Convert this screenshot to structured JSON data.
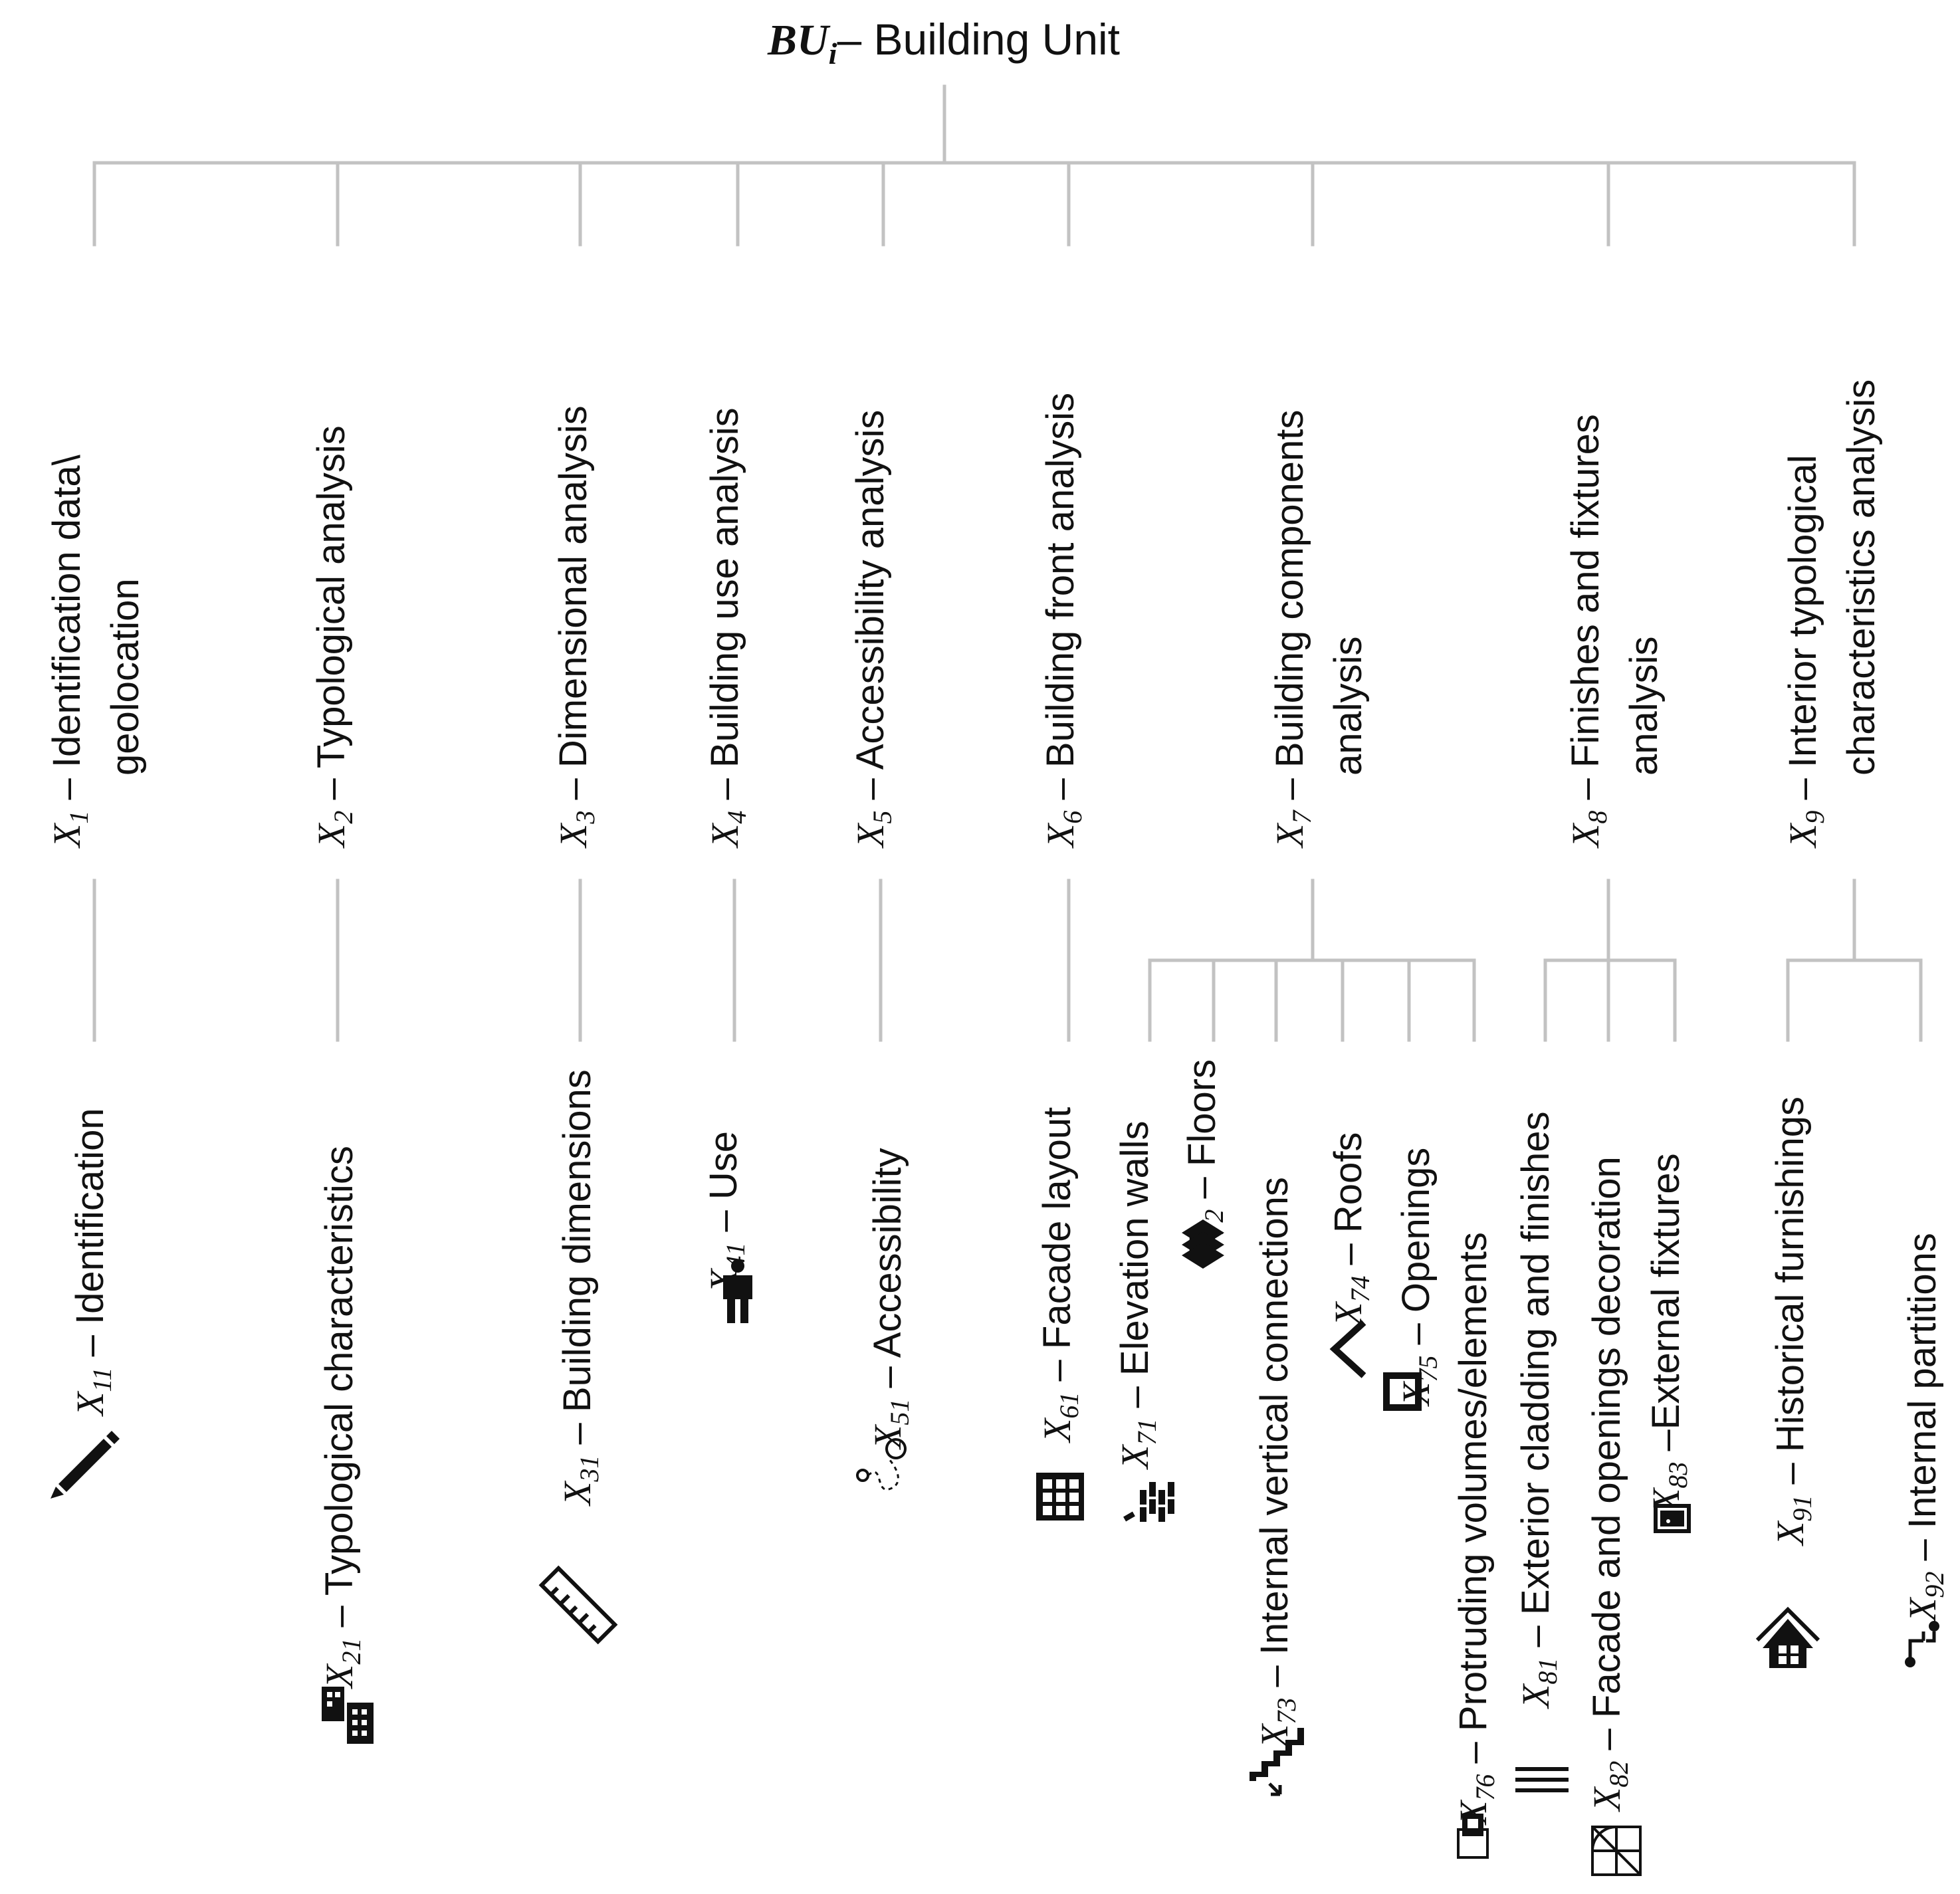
{
  "root": {
    "prefix": "BU",
    "subscript": "i",
    "label": "– Building Unit"
  },
  "dash": " – ",
  "categories": [
    {
      "var": "X",
      "sub": "1",
      "lines": [
        "Identification data\\",
        "geolocation"
      ]
    },
    {
      "var": "X",
      "sub": "2",
      "lines": [
        "Typological analysis"
      ]
    },
    {
      "var": "X",
      "sub": "3",
      "lines": [
        "Dimensional analysis"
      ]
    },
    {
      "var": "X",
      "sub": "4",
      "lines": [
        "Building use analysis"
      ]
    },
    {
      "var": "X",
      "sub": "5",
      "lines": [
        "Accessibility analysis"
      ]
    },
    {
      "var": "X",
      "sub": "6",
      "lines": [
        "Building front analysis"
      ]
    },
    {
      "var": "X",
      "sub": "7",
      "lines": [
        "Building components",
        "analysis"
      ]
    },
    {
      "var": "X",
      "sub": "8",
      "lines": [
        "Finishes and fixtures",
        "analysis"
      ]
    },
    {
      "var": "X",
      "sub": "9",
      "lines": [
        "Interior typological",
        "characteristics analysis"
      ]
    }
  ],
  "leaves": [
    {
      "var": "X",
      "sub": "11",
      "text": "Identification",
      "sep": " – ",
      "icon": "pencil-icon"
    },
    {
      "var": "X",
      "sub": "21",
      "text": "Typological characteristics",
      "sep": " – ",
      "icon": "buildings-icon"
    },
    {
      "var": "X",
      "sub": "31",
      "text": "Building dimensions",
      "sep": " – ",
      "icon": "ruler-icon"
    },
    {
      "var": "X",
      "sub": "41",
      "text": "Use",
      "sep": " – ",
      "icon": "person-icon"
    },
    {
      "var": "X",
      "sub": "51",
      "text": "Accessibility",
      "sep": " – ",
      "icon": "route-pin-icon"
    },
    {
      "var": "X",
      "sub": "61",
      "text": "Facade layout",
      "sep": " – ",
      "icon": "facade-grid-icon"
    },
    {
      "var": "X",
      "sub": "71",
      "text": "Elevation walls",
      "sep": " – ",
      "icon": "brick-wall-icon"
    },
    {
      "var": "X",
      "sub": "72",
      "text": "Floors",
      "sep": " – ",
      "icon": "layers-icon"
    },
    {
      "var": "X",
      "sub": "73",
      "text": "Internal vertical connections",
      "sep": " – ",
      "icon": "stairs-icon"
    },
    {
      "var": "X",
      "sub": "74",
      "text": "Roofs",
      "sep": " – ",
      "icon": "roof-icon"
    },
    {
      "var": "X",
      "sub": "75",
      "text": "Openings",
      "sep": " – ",
      "icon": "opening-square-icon"
    },
    {
      "var": "X",
      "sub": "76",
      "text": "Protruding volumes/elements",
      "sep": " – ",
      "icon": "protruding-volume-icon"
    },
    {
      "var": "X",
      "sub": "81",
      "text": "Exterior cladding and finishes",
      "sep": " – ",
      "icon": "cladding-lines-icon"
    },
    {
      "var": "X",
      "sub": "82",
      "text": "Facade and openings decoration",
      "sep": " – ",
      "icon": "decoration-icon"
    },
    {
      "var": "X",
      "sub": "83",
      "text": "External fixtures",
      "sep": " –",
      "icon": "door-fixture-icon"
    },
    {
      "var": "X",
      "sub": "91",
      "text": "Historical furnishings",
      "sep": " – ",
      "icon": "house-icon"
    },
    {
      "var": "X",
      "sub": "92",
      "text": "Internal partitions",
      "sep": " – ",
      "icon": "partition-icon"
    }
  ]
}
